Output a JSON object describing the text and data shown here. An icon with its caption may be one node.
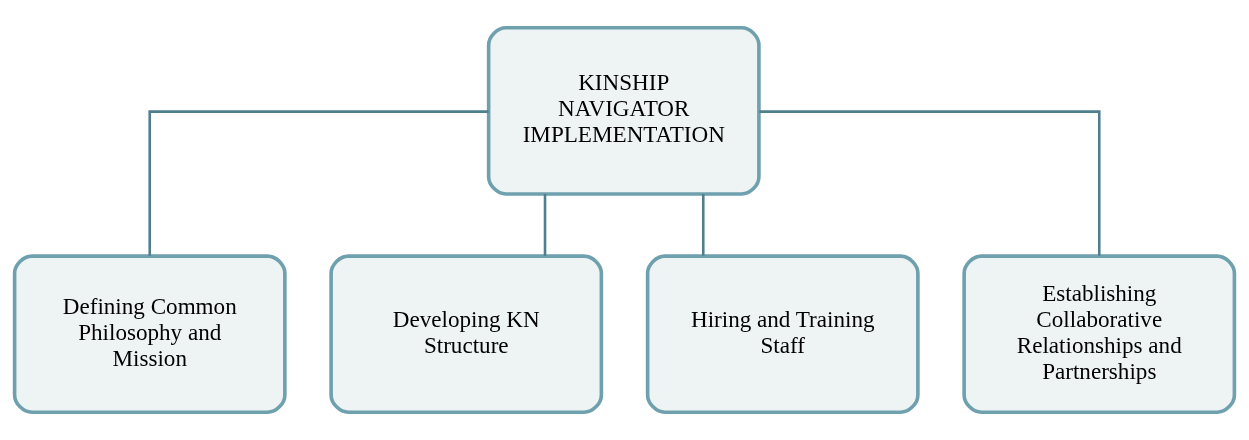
{
  "diagram": {
    "nodes": [
      {
        "text": [
          "KINSHIP NAVIGATOR IMPLEMENTATION"
        ]
      },
      {
        "text": [
          "Defining Common Philosophy and Mission"
        ]
      },
      {
        "text": [
          "Developing KN Structure"
        ]
      },
      {
        "text": [
          "Hiring and Training Staff"
        ]
      },
      {
        "text": [
          "Establishing Collaborative Relationships and Partnerships"
        ]
      }
    ],
    "edges": [
      {
        "from": 0,
        "to": 1,
        "arrow": "none"
      },
      {
        "from": 0,
        "to": 2,
        "arrow": "none"
      },
      {
        "from": 0,
        "to": 3,
        "arrow": "none"
      },
      {
        "from": 0,
        "to": 4,
        "arrow": "none"
      }
    ]
  }
}
